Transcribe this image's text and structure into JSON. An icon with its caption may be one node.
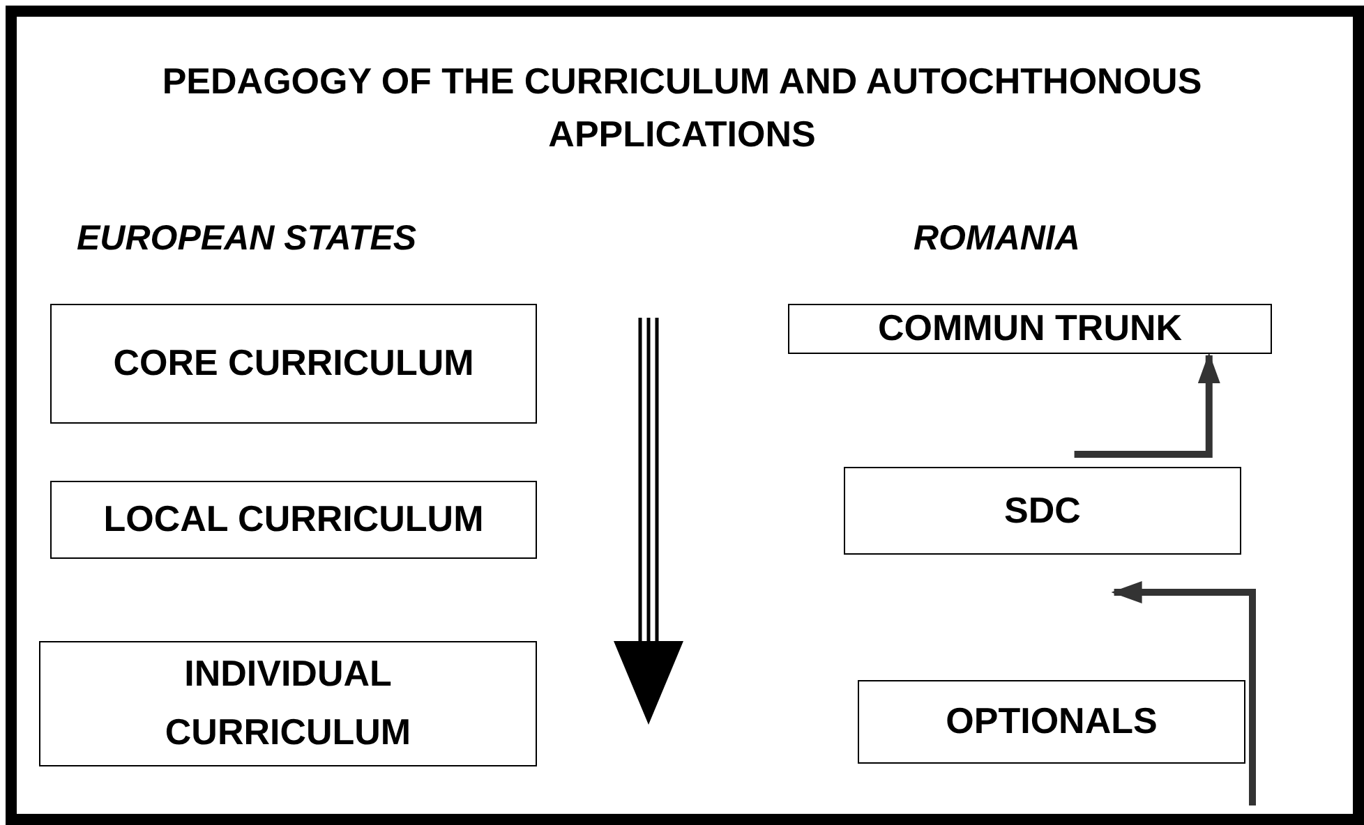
{
  "diagram": {
    "title": "PEDAGOGY OF THE CURRICULUM AND AUTOCHTHONOUS APPLICATIONS",
    "nodes": [
      {
        "text": [
          "CORE CURRICULUM"
        ]
      },
      {
        "text": [
          "LOCAL CURRICULUM"
        ]
      },
      {
        "text": [
          "INDIVIDUAL CURRICULUM"
        ]
      },
      {
        "text": [
          "COMMUN TRUNK"
        ]
      },
      {
        "text": [
          "SDC"
        ]
      },
      {
        "text": [
          "OPTIONALS"
        ]
      }
    ],
    "edges": [
      {
        "from": null,
        "to": 4,
        "arrow": "to"
      },
      {
        "from": 4,
        "to": 3,
        "arrow": "to"
      }
    ],
    "labels": [
      "EUROPEAN STATES",
      "ROMANIA"
    ]
  }
}
